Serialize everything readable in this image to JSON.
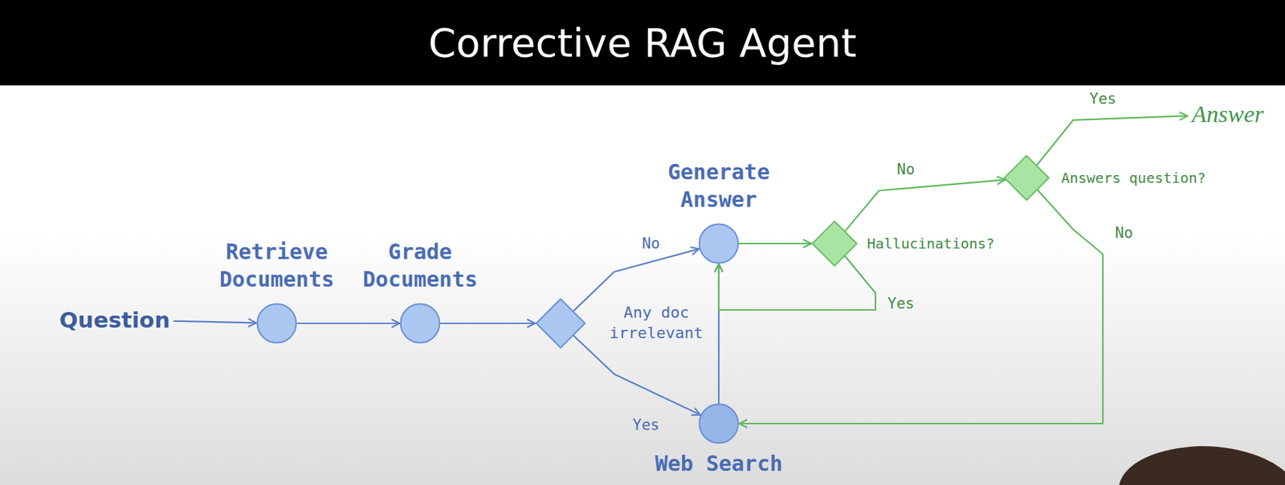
{
  "diagram": {
    "title": "Corrective RAG Agent",
    "nodes": [
      {
        "text": [
          "Question"
        ]
      },
      {
        "text": [
          "Retrieve Documents"
        ]
      },
      {
        "text": [
          "Grade Documents"
        ]
      },
      {
        "text": [
          "Any doc irrelevant"
        ]
      },
      {
        "text": [
          "Generate Answer"
        ]
      },
      {
        "text": [
          "Hallucinations?"
        ]
      },
      {
        "text": [
          "Answers question?"
        ]
      },
      {
        "text": [
          "Answer"
        ]
      },
      {
        "text": [
          "Web Search"
        ]
      }
    ],
    "edges": [
      {
        "from": 0,
        "to": 1,
        "arrow": "to"
      },
      {
        "from": 1,
        "to": 2,
        "arrow": "to"
      },
      {
        "from": 2,
        "to": 3,
        "arrow": "to"
      },
      {
        "from": 3,
        "to": 4,
        "label": "No",
        "arrow": "to"
      },
      {
        "from": 3,
        "to": 8,
        "label": "Yes",
        "arrow": "to"
      },
      {
        "from": 8,
        "to": 4,
        "arrow": "to"
      },
      {
        "from": 4,
        "to": 5,
        "arrow": "to"
      },
      {
        "from": 5,
        "to": 6,
        "label": "No",
        "arrow": "to"
      },
      {
        "from": 5,
        "to": 4,
        "label": "Yes",
        "arrow": "to"
      },
      {
        "from": 6,
        "to": 7,
        "label": "Yes",
        "arrow": "to"
      },
      {
        "from": 6,
        "to": 8,
        "label": "No",
        "arrow": "to"
      }
    ]
  }
}
